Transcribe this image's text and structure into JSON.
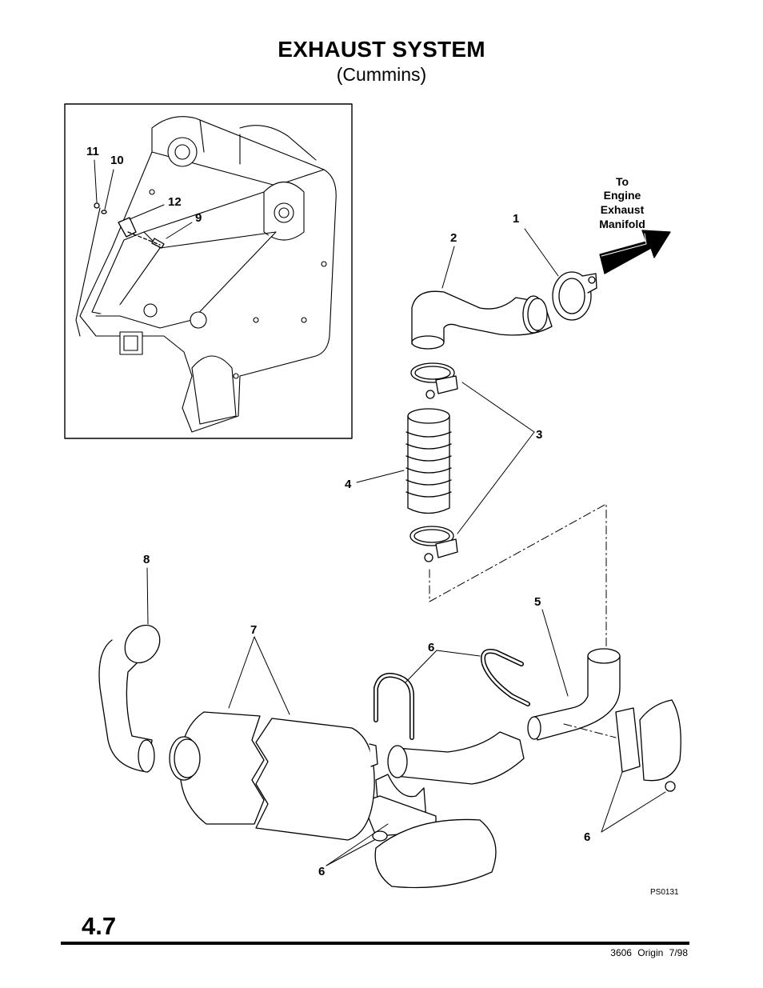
{
  "header": {
    "title": "EXHAUST SYSTEM",
    "subtitle": "(Cummins)"
  },
  "diagram": {
    "arrow_label": [
      "To",
      "Engine",
      "Exhaust",
      "Manifold"
    ],
    "callouts": {
      "c1": "1",
      "c2": "2",
      "c3": "3",
      "c4": "4",
      "c5": "5",
      "c6a": "6",
      "c6b": "6",
      "c6c": "6",
      "c7": "7",
      "c8": "8",
      "c9": "9",
      "c10": "10",
      "c11": "11",
      "c12": "12"
    },
    "figure_code": "PS0131"
  },
  "footer": {
    "section_number": "4.7",
    "doc_info": "3606 Origin 7/98"
  }
}
